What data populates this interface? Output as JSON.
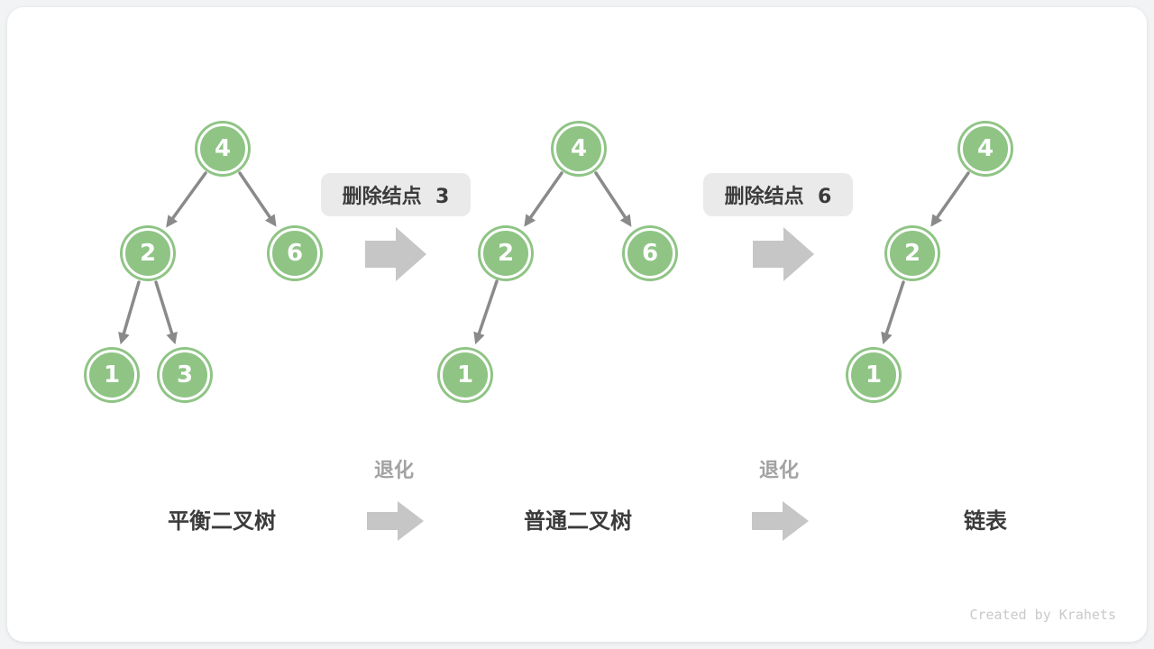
{
  "colors": {
    "page_bg": "#f2f3f4",
    "card_bg": "#ffffff",
    "node_green": "#8fc485",
    "node_text": "#ffffff",
    "edge_gray": "#8a8a8a",
    "block_arrow_gray": "#c6c6c6",
    "label_box_bg": "#eaeaea",
    "dark_text": "#3b3b3b",
    "muted_text": "#a2a2a2",
    "watermark_text": "#c9c9c9"
  },
  "trees": [
    {
      "label": "平衡二叉树",
      "nodes": [
        "4",
        "2",
        "6",
        "1",
        "3"
      ],
      "edges": [
        [
          "4",
          "2"
        ],
        [
          "4",
          "6"
        ],
        [
          "2",
          "1"
        ],
        [
          "2",
          "3"
        ]
      ]
    },
    {
      "label": "普通二叉树",
      "nodes": [
        "4",
        "2",
        "6",
        "1"
      ],
      "edges": [
        [
          "4",
          "2"
        ],
        [
          "4",
          "6"
        ],
        [
          "2",
          "1"
        ]
      ]
    },
    {
      "label": "链表",
      "nodes": [
        "4",
        "2",
        "1"
      ],
      "edges": [
        [
          "4",
          "2"
        ],
        [
          "2",
          "1"
        ]
      ]
    }
  ],
  "operations": [
    {
      "label": "删除结点  3"
    },
    {
      "label": "删除结点  6"
    }
  ],
  "degrade_labels": [
    "退化",
    "退化"
  ],
  "watermark": "Created by Krahets"
}
